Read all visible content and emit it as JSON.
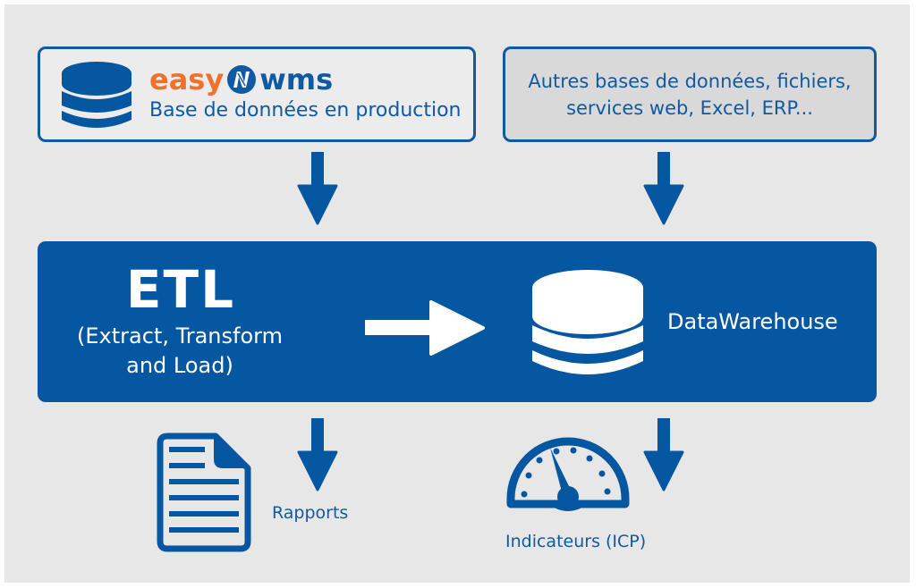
{
  "diagram": {
    "colors": {
      "primary_blue": "#0657a2",
      "border_blue": "#0f5aa3",
      "orange": "#f0712e",
      "background": "#e7e7e7",
      "box_gray": "#d9d9d9",
      "white": "#ffffff"
    },
    "source_left": {
      "icon": "database-icon",
      "logo": {
        "part1": "easy",
        "mark": "N-logo-icon",
        "part2": "wms"
      },
      "subtitle": "Base de données en production"
    },
    "source_right": {
      "text_line1": "Autres bases de données, fichiers,",
      "text_line2": "services web, Excel, ERP..."
    },
    "etl": {
      "title": "ETL",
      "subtitle_line1": "(Extract, Transform",
      "subtitle_line2": "and Load)",
      "arrow": "arrow-right-icon"
    },
    "warehouse": {
      "icon": "database-icon",
      "label": "DataWarehouse"
    },
    "outputs": [
      {
        "icon": "document-icon",
        "label": "Rapports"
      },
      {
        "icon": "gauge-icon",
        "label": "Indicateurs (ICP)"
      }
    ]
  }
}
